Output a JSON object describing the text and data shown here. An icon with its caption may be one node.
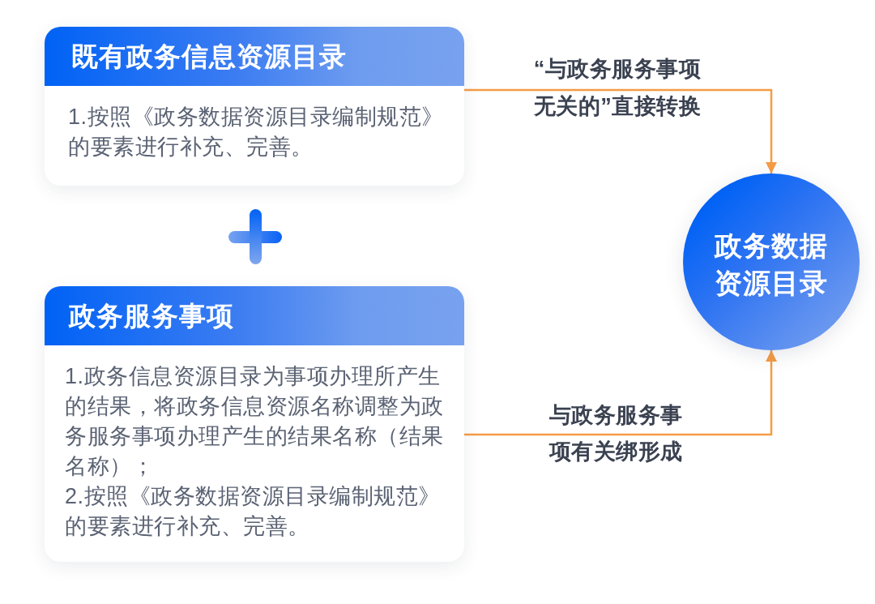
{
  "diagram": {
    "nodes": [
      {
        "text": [
          "既有政务信息资源目录",
          "1.按照《政务数据资源目录编制规范》的要素进行补充、完善。"
        ]
      },
      {
        "text": [
          "政务服务事项",
          "1.政务信息资源目录为事项办理所产生的结果，将政务信息资源名称调整为政务服务事项办理产生的结果名称（结果名称）；",
          "2.按照《政务数据资源目录编制规范》的要素进行补充、完善。"
        ]
      },
      {
        "text": [
          "政务数据资源目录"
        ]
      }
    ],
    "edges": [
      {
        "from": 0,
        "to": 2,
        "arrow": "to",
        "label": "“与政务服务事项无关的”直接转换"
      },
      {
        "from": 1,
        "to": 2,
        "arrow": "to",
        "label": "与政务服务事项有关绑形成"
      }
    ]
  }
}
